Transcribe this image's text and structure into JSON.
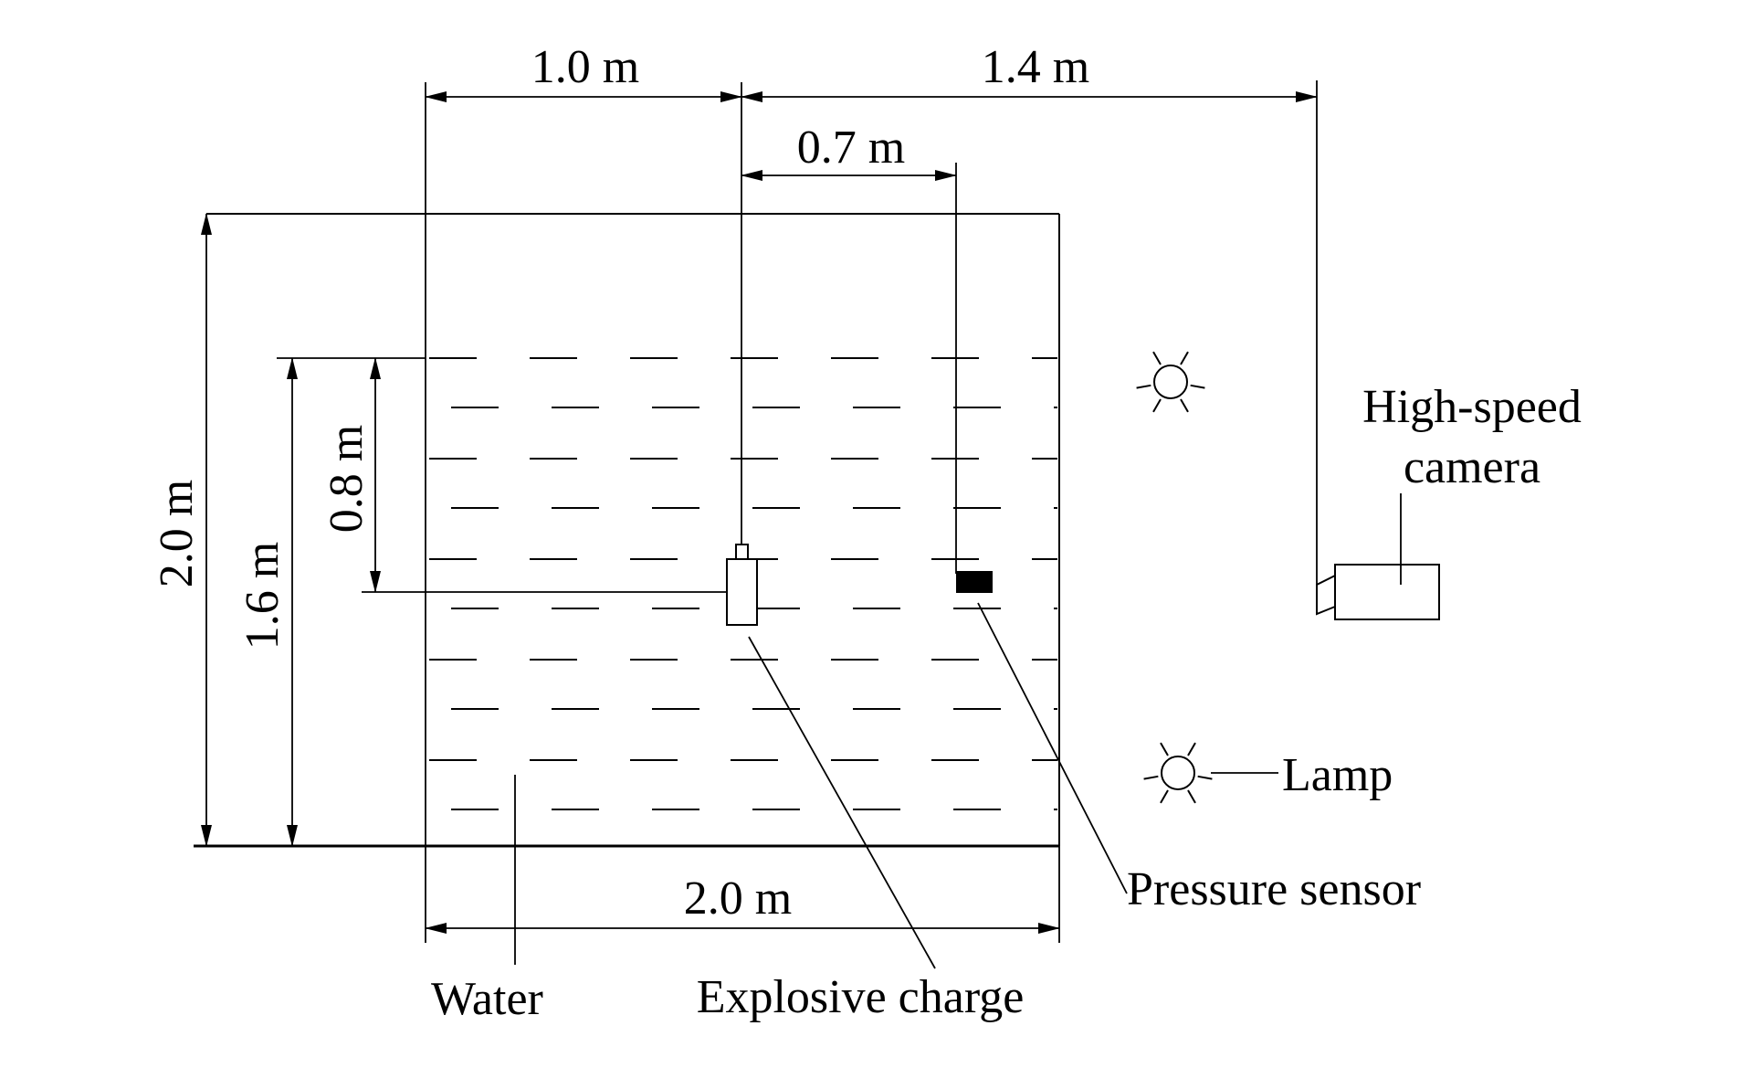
{
  "dimensions": {
    "charge_offset": "1.0 m",
    "camera_offset": "1.4 m",
    "sensor_offset": "0.7 m",
    "tank_height": "2.0 m",
    "water_depth": "1.6 m",
    "charge_depth": "0.8 m",
    "tank_width": "2.0 m"
  },
  "labels": {
    "camera_line1": "High-speed",
    "camera_line2": "camera",
    "lamp": "Lamp",
    "pressure_sensor": "Pressure sensor",
    "explosive_charge": "Explosive charge",
    "water": "Water"
  },
  "colors": {
    "ink": "#000000",
    "background": "#ffffff"
  }
}
